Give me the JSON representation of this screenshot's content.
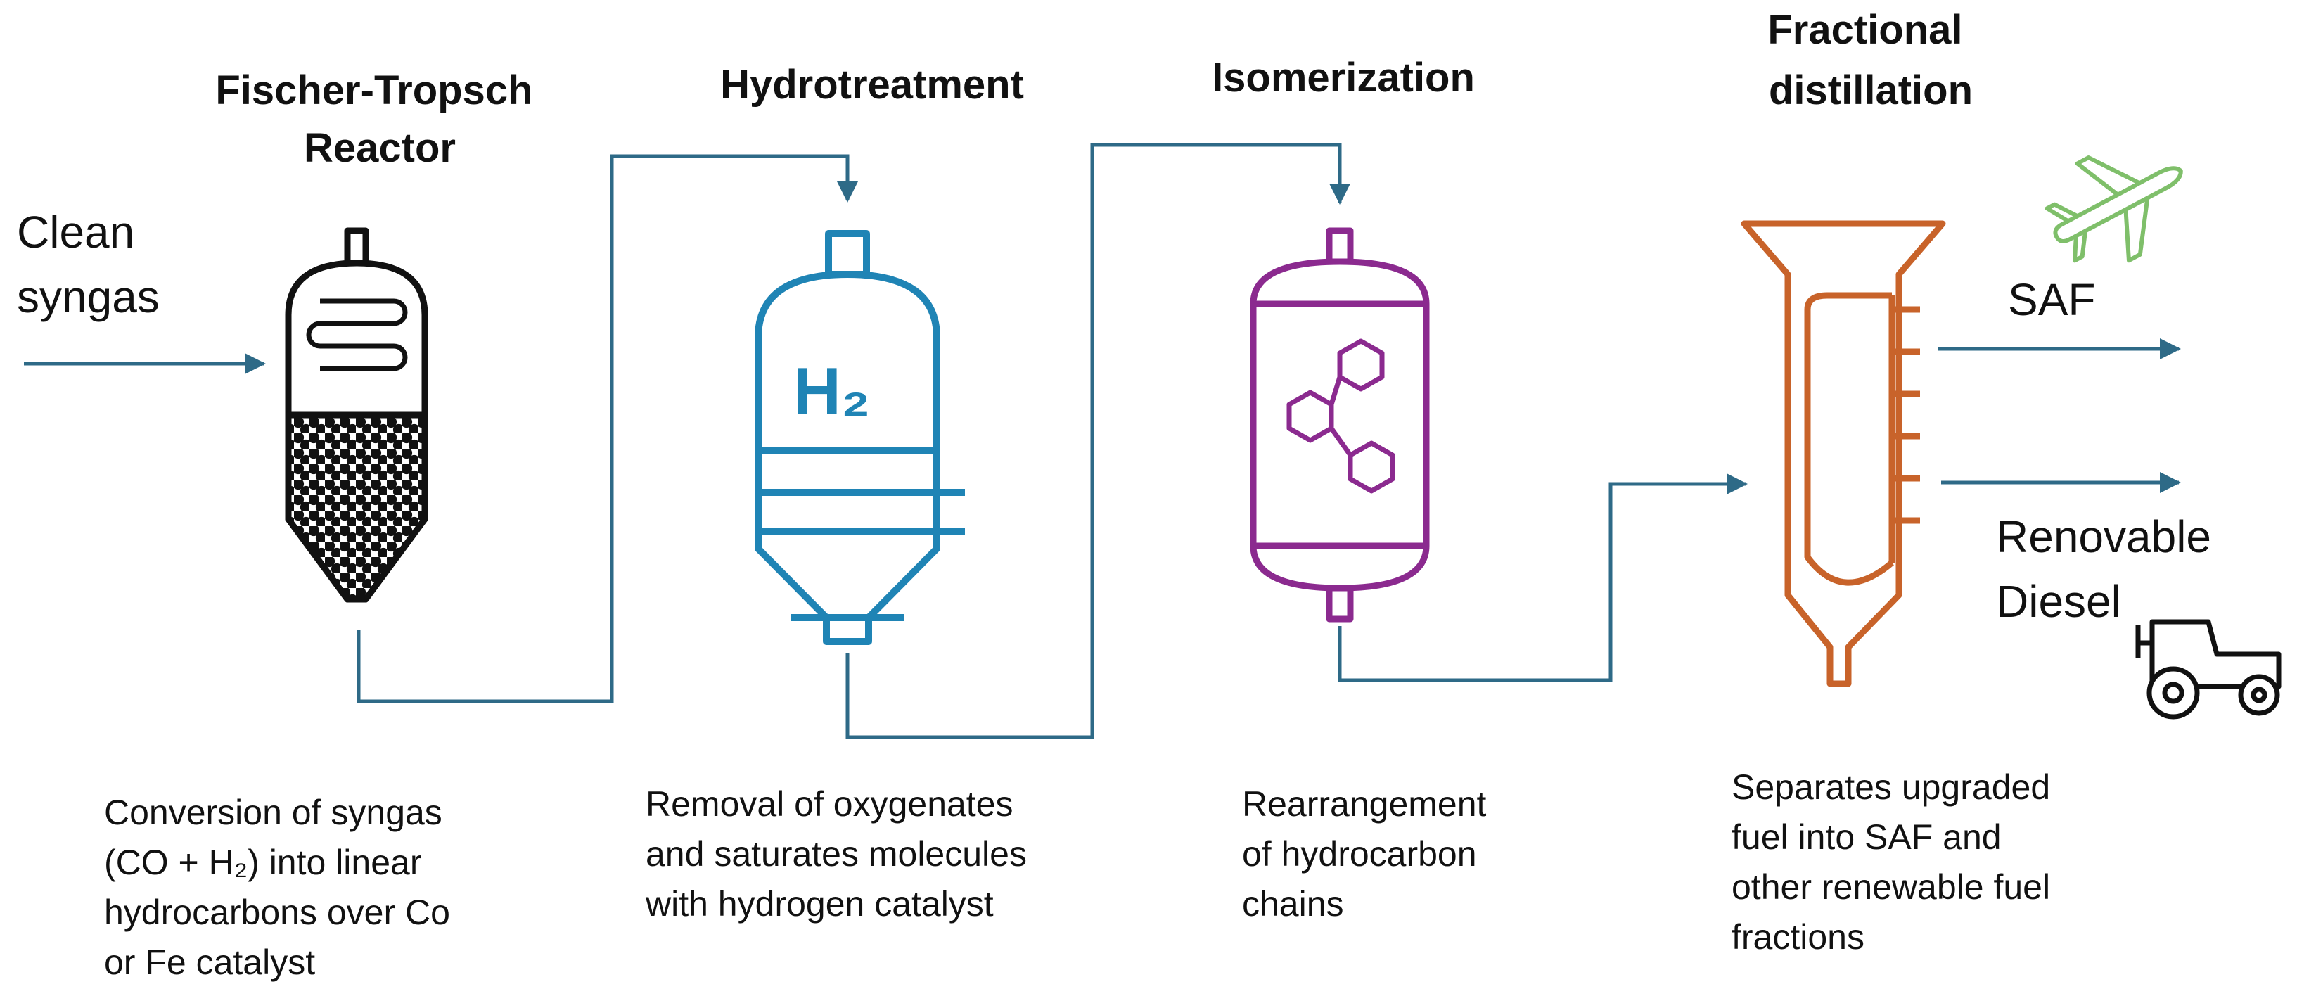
{
  "colors": {
    "flow_line": "#2e6a87",
    "reactor": "#111111",
    "hydrotreatment": "#1f84b5",
    "isomerization": "#8b2a8f",
    "distillation": "#c8632a",
    "plane": "#7fbf6a",
    "tractor": "#111111"
  },
  "feed": {
    "line1": "Clean",
    "line2": "syngas"
  },
  "stages": [
    {
      "title_lines": [
        "Fischer-Tropsch",
        "Reactor"
      ],
      "desc_lines": [
        "Conversion of  syngas",
        "(CO + H₂) into linear",
        "hydrocarbons over Co",
        "or Fe catalyst"
      ]
    },
    {
      "title_lines": [
        "Hydrotreatment"
      ],
      "vessel_label": "H₂",
      "desc_lines": [
        "Removal of oxygenates",
        "and saturates molecules",
        "with hydrogen catalyst"
      ]
    },
    {
      "title_lines": [
        "Isomerization"
      ],
      "desc_lines": [
        "Rearrangement",
        "of hydrocarbon",
        "chains"
      ]
    },
    {
      "title_lines": [
        "Fractional",
        "distillation"
      ],
      "desc_lines": [
        "Separates upgraded",
        "fuel into SAF and",
        "other renewable fuel",
        "fractions"
      ]
    }
  ],
  "products": [
    {
      "label_lines": [
        "SAF"
      ],
      "icon": "airplane-icon"
    },
    {
      "label_lines": [
        "Renovable",
        "Diesel"
      ],
      "icon": "tractor-icon"
    }
  ]
}
